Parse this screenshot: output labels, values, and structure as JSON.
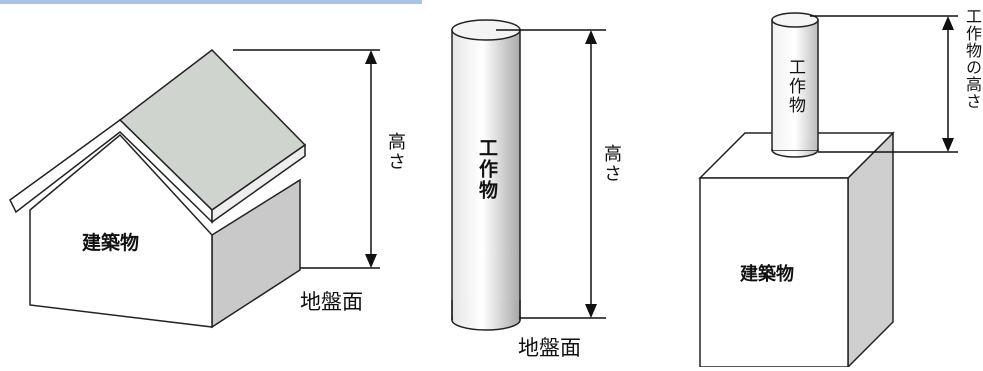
{
  "panel_house": {
    "building_label": "建築物",
    "height_label": "高さ",
    "ground_label": "地盤面"
  },
  "panel_pole": {
    "structure_label": "工作物",
    "height_label": "高さ",
    "ground_label": "地盤面"
  },
  "panel_rooftop": {
    "structure_label": "工作物",
    "building_label": "建築物",
    "structure_height_label": "工作物の高さ"
  }
}
